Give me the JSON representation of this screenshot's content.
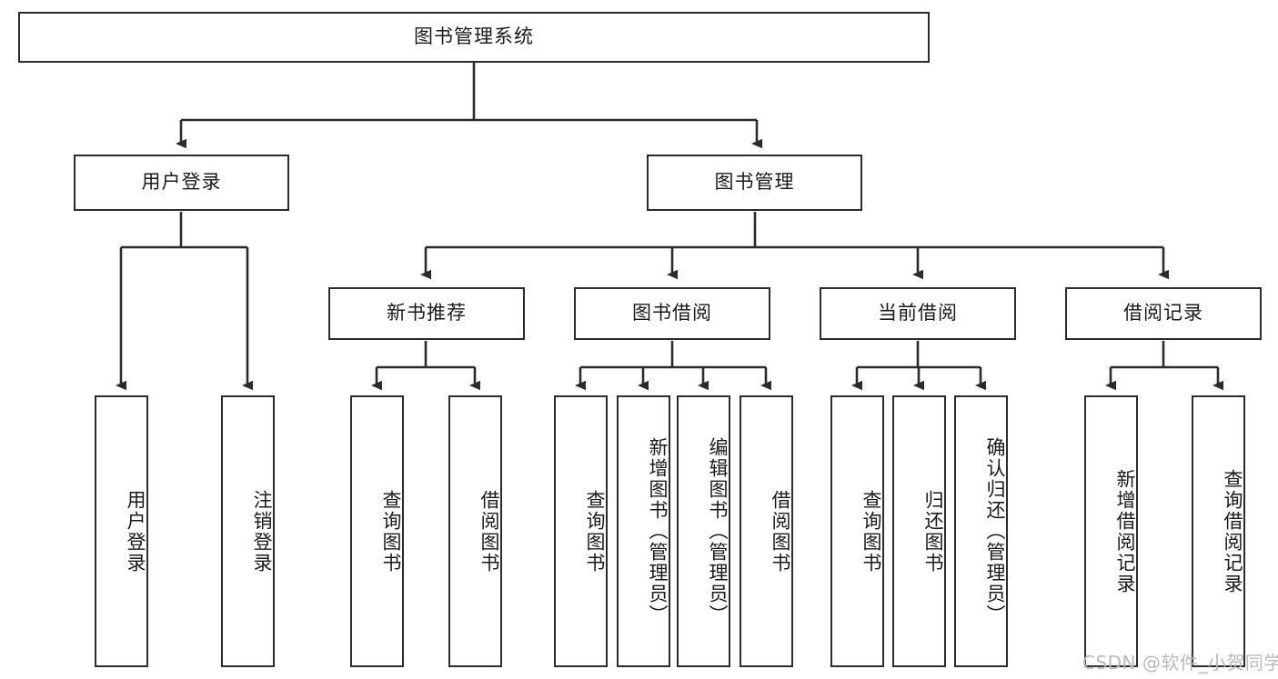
{
  "diagram": {
    "type": "tree-hierarchy-chart",
    "title": "图书管理系统",
    "orientation": "top-down",
    "box_fill": "#ffffff",
    "box_stroke": "#2b2b2b",
    "connector_color": "#2b2b2b",
    "background": "#ffffff"
  },
  "nodes": {
    "root": {
      "label": "图书管理系统",
      "level": 1
    },
    "level2": [
      {
        "id": "user-login",
        "label": "用户登录"
      },
      {
        "id": "book-manage",
        "label": "图书管理"
      }
    ],
    "level3": [
      {
        "id": "new-book-rec",
        "label": "新书推荐",
        "parent": "book-manage"
      },
      {
        "id": "book-borrow",
        "label": "图书借阅",
        "parent": "book-manage"
      },
      {
        "id": "current-borrow",
        "label": "当前借阅",
        "parent": "book-manage"
      },
      {
        "id": "borrow-record",
        "label": "借阅记录",
        "parent": "book-manage"
      }
    ],
    "leaves": {
      "user-login": [
        {
          "id": "leaf-user-login",
          "label": "用户登录"
        },
        {
          "id": "leaf-logout-login",
          "label": "注销登录"
        }
      ],
      "new-book-rec": [
        {
          "id": "leaf-query-book-1",
          "label": "查询图书"
        },
        {
          "id": "leaf-borrow-book-1",
          "label": "借阅图书"
        }
      ],
      "book-borrow": [
        {
          "id": "leaf-query-book-2",
          "label": "查询图书"
        },
        {
          "id": "leaf-add-book",
          "label": "新增图书（管理员）"
        },
        {
          "id": "leaf-edit-book",
          "label": "编辑图书（管理员）"
        },
        {
          "id": "leaf-borrow-book-2",
          "label": "借阅图书"
        }
      ],
      "current-borrow": [
        {
          "id": "leaf-query-book-3",
          "label": "查询图书"
        },
        {
          "id": "leaf-return-book",
          "label": "归还图书"
        },
        {
          "id": "leaf-confirm-return",
          "label": "确认归还（管理员）"
        }
      ],
      "borrow-record": [
        {
          "id": "leaf-add-record",
          "label": "新增借阅记录"
        },
        {
          "id": "leaf-query-record",
          "label": "查询借阅记录"
        }
      ]
    }
  },
  "watermark": {
    "text": "CSDN @软件_小贺同学"
  }
}
